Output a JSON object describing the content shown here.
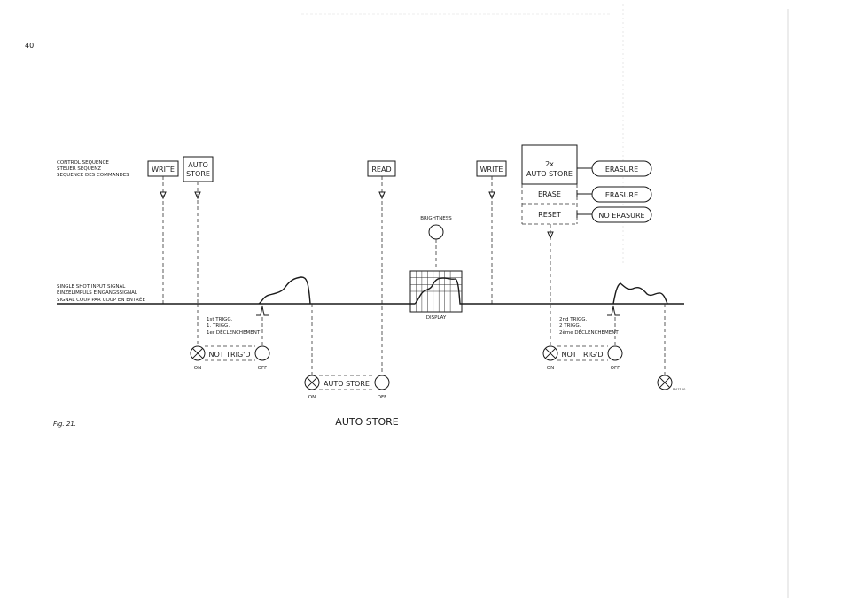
{
  "page_number": "40",
  "control_sequence_label": [
    "CONTROL SEQUENCE",
    "STEUER SEQUENZ",
    "SEQUENCE DES COMMANDES"
  ],
  "input_signal_label": [
    "SINGLE SHOT INPUT SIGNAL",
    "EINZELIMPULS EINGANGSSIGNAL",
    "SIGNAL COUP PAR COUP EN ENTRÉE"
  ],
  "commands": {
    "write_1": "WRITE",
    "auto_store": [
      "AUTO",
      "STORE"
    ],
    "read": "READ",
    "write_2": "WRITE",
    "auto_store_2x": [
      "2x",
      "AUTO STORE"
    ],
    "erase": "ERASE",
    "reset": "RESET"
  },
  "results": {
    "erasure_1": "ERASURE",
    "erasure_2": "ERASURE",
    "no_erasure": "NO ERASURE"
  },
  "brightness_label": "BRIGHTNESS",
  "display_label": "DISPLAY",
  "trigger_1": [
    "1st TRIGG.",
    "1.   TRIGG.",
    "1er DÉCLENCHEMENT"
  ],
  "trigger_2": [
    "2nd TRIGG.",
    "2    TRIGG.",
    "2ème DÉCLENCHEMENT"
  ],
  "lamps": {
    "not_trigd_1": "NOT TRIG'D",
    "auto_store": "AUTO STORE",
    "not_trigd_2": "NOT TRIG'D",
    "on": "ON",
    "off": "OFF"
  },
  "figure_label": "Fig. 21.",
  "title": "AUTO STORE",
  "reference_code": "MA7100"
}
